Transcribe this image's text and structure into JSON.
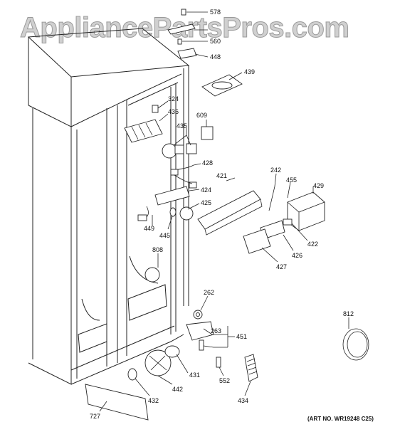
{
  "watermark": "AppliancePartsPros.com",
  "art_number": "(ART NO. WR19248 C25)",
  "callouts": [
    "578",
    "560",
    "448",
    "439",
    "324",
    "436",
    "609",
    "435",
    "428",
    "421",
    "242",
    "455",
    "429",
    "424",
    "425",
    "449",
    "445",
    "422",
    "426",
    "427",
    "808",
    "262",
    "263",
    "451",
    "812",
    "431",
    "442",
    "552",
    "432",
    "434",
    "727"
  ]
}
